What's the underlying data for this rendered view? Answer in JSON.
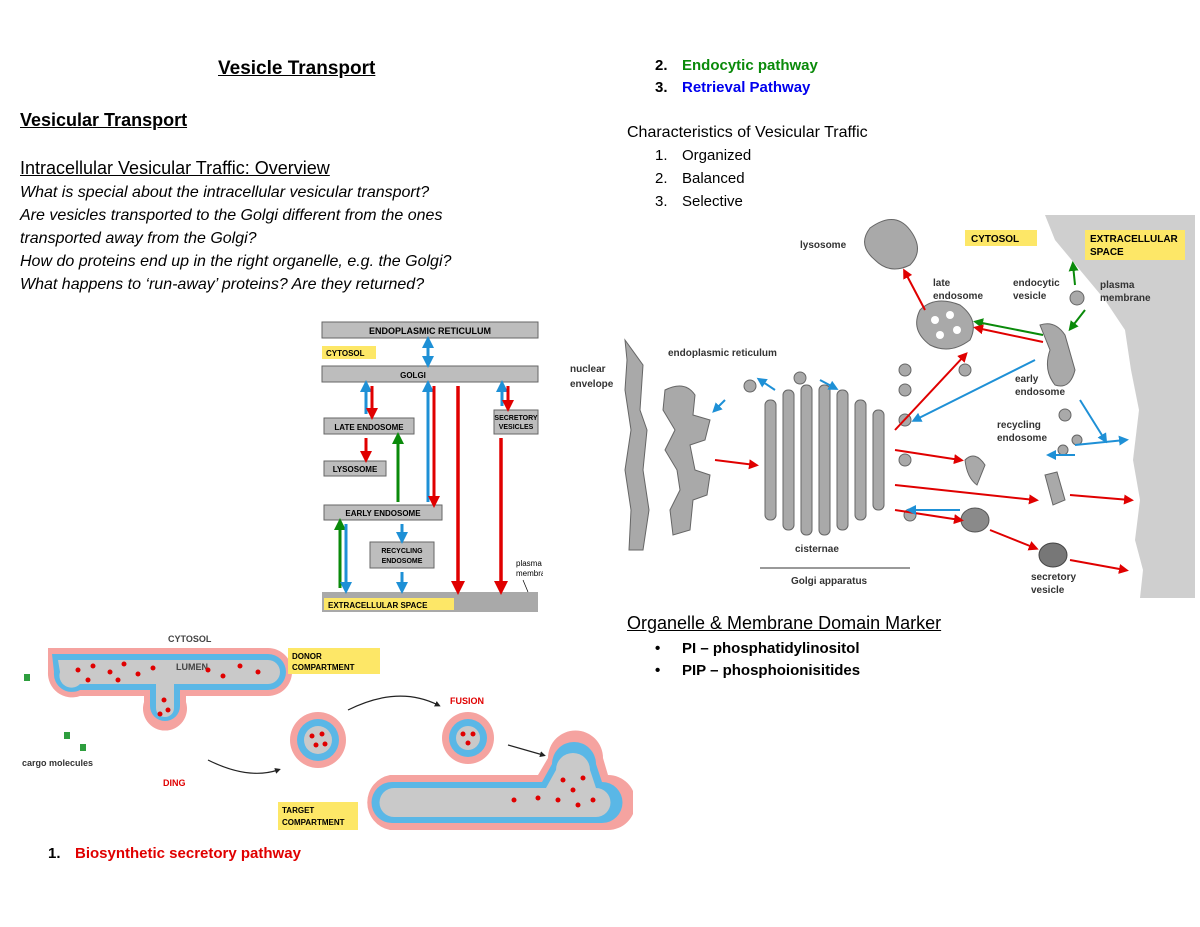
{
  "doc": {
    "title": "Vesicle Transport",
    "section": "Vesicular Transport",
    "overview_heading": "Intracellular Vesicular Traffic: Overview",
    "questions": [
      "What is special about the intracellular vesicular transport?",
      "Are vesicles transported to the Golgi different from the ones",
      "transported away from the Golgi?",
      "How do proteins end up in the right organelle, e.g. the Golgi?",
      "What happens to ‘run-away’ proteins? Are they returned?"
    ],
    "pathways": [
      {
        "num": "1.",
        "label": "Biosynthetic secretory pathway",
        "color": "#e00000"
      },
      {
        "num": "2.",
        "label": "Endocytic pathway",
        "color": "#0a8a0a"
      },
      {
        "num": "3.",
        "label": "Retrieval Pathway",
        "color": "#0000ee"
      }
    ],
    "characteristics_heading": "Characteristics of Vesicular Traffic",
    "characteristics": [
      {
        "num": "1.",
        "label": "Organized"
      },
      {
        "num": "2.",
        "label": "Balanced"
      },
      {
        "num": "3.",
        "label": "Selective"
      }
    ],
    "marker_heading": "Organelle & Membrane Domain Marker",
    "markers": [
      "PI – phosphatidylinositol",
      "PIP – phosphoionisitides"
    ]
  },
  "fig_flow": {
    "er": "ENDOPLASMIC RETICULUM",
    "cytosol": "CYTOSOL",
    "golgi": "GOLGI",
    "late_endosome": "LATE ENDOSOME",
    "lysosome": "LYSOSOME",
    "secretory_line1": "SECRETORY",
    "secretory_line2": "VESICLES",
    "early_endosome": "EARLY ENDOSOME",
    "recycling_line1": "RECYCLING",
    "recycling_line2": "ENDOSOME",
    "plasma_line1": "plasma",
    "plasma_line2": "membrane",
    "extracellular": "EXTRACELLULAR SPACE"
  },
  "fig_budding": {
    "cytosol": "CYTOSOL",
    "lumen": "LUMEN",
    "donor_line1": "DONOR",
    "donor_line2": "COMPARTMENT",
    "cargo": "cargo molecules",
    "budding": "DING",
    "fusion": "FUSION",
    "target_line1": "TARGET",
    "target_line2": "COMPARTMENT"
  },
  "fig_cell": {
    "lysosome": "lysosome",
    "cytosol": "CYTOSOL",
    "extracellular_line1": "EXTRACELLULAR",
    "extracellular_line2": "SPACE",
    "late_endosome_line1": "late",
    "late_endosome_line2": "endosome",
    "endocytic_line1": "endocytic",
    "endocytic_line2": "vesicle",
    "plasma_line1": "plasma",
    "plasma_line2": "membrane",
    "er": "endoplasmic reticulum",
    "nuclear_line1": "nuclear",
    "nuclear_line2": "envelope",
    "early_line1": "early",
    "early_line2": "endosome",
    "recycling_line1": "recycling",
    "recycling_line2": "endosome",
    "cisternae": "cisternae",
    "golgi_apparatus": "Golgi apparatus",
    "secretory_line1": "secretory",
    "secretory_line2": "vesicle"
  },
  "colors": {
    "secretory_red": "#e00000",
    "endocytic_green": "#0a8a0a",
    "retrieval_blue": "#1e90d6",
    "label_yellow": "#fde767",
    "box_gray": "#a9a9a9"
  }
}
